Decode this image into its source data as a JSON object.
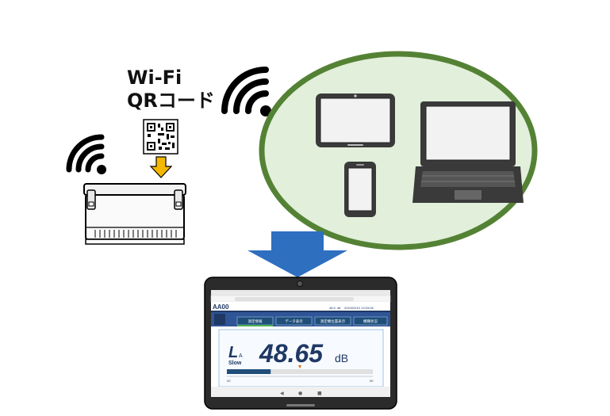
{
  "labels": {
    "wifi_line1": "Wi-Fi",
    "wifi_line2": "QRコード"
  },
  "tablet_screen": {
    "device_id": "AA00",
    "header_value": "48.9",
    "header_unit": "dB",
    "header_datetime": "2024/03/10 13:03:06",
    "tabs": [
      "測定情報",
      "データ表示",
      "測定機位置表示",
      "機種状況"
    ],
    "weighting_letter": "L",
    "weighting_sub": "A",
    "time_weighting": "Slow",
    "level_value": "48.65",
    "level_unit": "dB",
    "bar_level_fraction": 0.3,
    "bar_marker_fraction": 0.5,
    "scale_min": "20",
    "scale_max": "90"
  },
  "colors": {
    "ellipse_fill": "#e2efda",
    "ellipse_stroke": "#548235",
    "arrow_blue": "#2e6fc0",
    "arrow_yellow": "#f5b800",
    "screen_header": "#1f3864",
    "tab_bg": "#2f5597",
    "level_text": "#1f3864",
    "bar_fill": "#1f4e79",
    "marker": "#e26b0a"
  }
}
